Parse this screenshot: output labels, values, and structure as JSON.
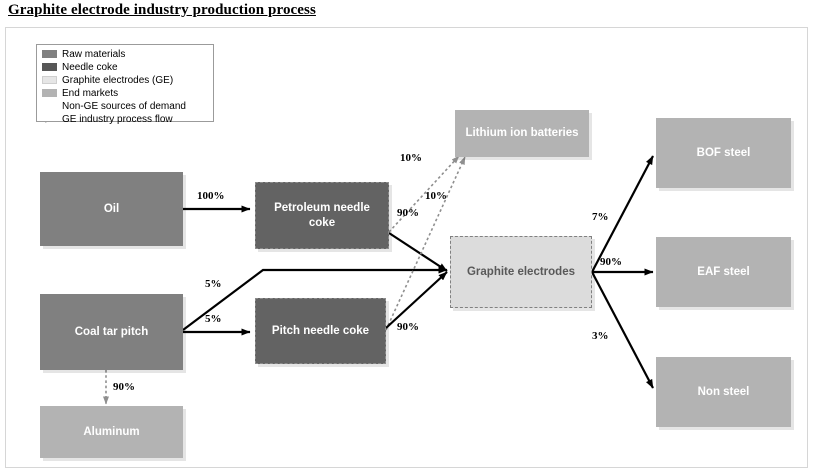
{
  "title": "Graphite electrode industry production process",
  "legend": {
    "items": [
      {
        "label": "Raw materials",
        "kind": "swatch",
        "color": "#808080"
      },
      {
        "label": "Needle coke",
        "kind": "swatch",
        "color": "#575757"
      },
      {
        "label": "Graphite electrodes (GE)",
        "kind": "swatch",
        "color": "#e6e6e6"
      },
      {
        "label": "End markets",
        "kind": "swatch",
        "color": "#b3b3b3"
      },
      {
        "label": "Non-GE sources of demand",
        "kind": "arrow-dotted",
        "color": "#8c8c8c"
      },
      {
        "label": "GE industry process flow",
        "kind": "arrow-solid",
        "color": "#000000"
      }
    ]
  },
  "nodes": [
    {
      "id": "oil",
      "label": "Oil",
      "type": "raw"
    },
    {
      "id": "coal",
      "label": "Coal tar pitch",
      "type": "raw"
    },
    {
      "id": "aluminum",
      "label": "Aluminum",
      "type": "end"
    },
    {
      "id": "pet_coke",
      "label": "Petroleum needle coke",
      "type": "coke"
    },
    {
      "id": "pitch_coke",
      "label": "Pitch needle coke",
      "type": "coke"
    },
    {
      "id": "lithium",
      "label": "Lithium ion batteries",
      "type": "end"
    },
    {
      "id": "graphite",
      "label": "Graphite electrodes",
      "type": "ge"
    },
    {
      "id": "bof",
      "label": "BOF steel",
      "type": "end"
    },
    {
      "id": "eaf",
      "label": "EAF steel",
      "type": "end"
    },
    {
      "id": "non_steel",
      "label": "Non steel",
      "type": "end"
    }
  ],
  "edges": [
    {
      "from": "oil",
      "to": "pet_coke",
      "label": "100%",
      "style": "solid"
    },
    {
      "from": "coal",
      "to": "graphite",
      "label": "5%",
      "style": "solid"
    },
    {
      "from": "coal",
      "to": "pitch_coke",
      "label": "5%",
      "style": "solid"
    },
    {
      "from": "coal",
      "to": "aluminum",
      "label": "90%",
      "style": "dotted"
    },
    {
      "from": "pet_coke",
      "to": "lithium",
      "label": "10%",
      "style": "dotted"
    },
    {
      "from": "pet_coke",
      "to": "graphite",
      "label": "90%",
      "style": "solid"
    },
    {
      "from": "pitch_coke",
      "to": "lithium",
      "label": "10%",
      "style": "dotted"
    },
    {
      "from": "pitch_coke",
      "to": "graphite",
      "label": "90%",
      "style": "solid"
    },
    {
      "from": "graphite",
      "to": "bof",
      "label": "7%",
      "style": "solid"
    },
    {
      "from": "graphite",
      "to": "eaf",
      "label": "90%",
      "style": "solid"
    },
    {
      "from": "graphite",
      "to": "non_steel",
      "label": "3%",
      "style": "solid"
    }
  ],
  "edge_labels": {
    "oil_petcoke": "100%",
    "coal_graphite": "5%",
    "coal_pitchcoke": "5%",
    "coal_aluminum": "90%",
    "petcoke_lithium": "10%",
    "petcoke_graphite": "90%",
    "pitchcoke_lithium": "10%",
    "pitchcoke_graphite": "90%",
    "graphite_bof": "7%",
    "graphite_eaf": "90%",
    "graphite_nonsteel": "3%"
  }
}
